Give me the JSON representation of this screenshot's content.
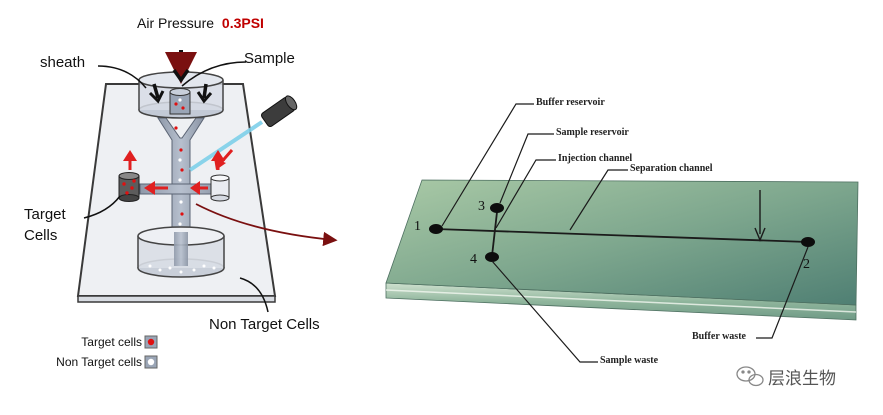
{
  "left_diagram": {
    "air_pressure_label": "Air Pressure",
    "air_pressure_value": "0.3PSI",
    "sheath_label": "sheath",
    "sample_label": "Sample",
    "target_cells_label_line1": "Target",
    "target_cells_label_line2": "Cells",
    "non_target_cells_label": "Non Target Cells",
    "legend": [
      {
        "label": "Target cells",
        "dot_color": "#e01010"
      },
      {
        "label": "Non Target cells",
        "dot_color": "#ffffff"
      }
    ],
    "colors": {
      "arrow_red": "#e02020",
      "pressure_value": "#c00000",
      "chip_outline": "#3a3a3a",
      "laser": "#7fd0ea"
    }
  },
  "right_diagram": {
    "labels": {
      "buffer_reservoir": "Buffer reservoir",
      "sample_reservoir": "Sample reservoir",
      "injection_channel": "Injection channel",
      "separation_channel": "Separation channel",
      "buffer_waste": "Buffer waste",
      "sample_waste": "Sample waste"
    },
    "port_numbers": [
      "1",
      "2",
      "3",
      "4"
    ],
    "colors": {
      "chip_top": "#7fa88c",
      "chip_side": "#5d8a72"
    }
  },
  "watermark": {
    "text": "层浪生物",
    "icon": "wechat-icon"
  }
}
